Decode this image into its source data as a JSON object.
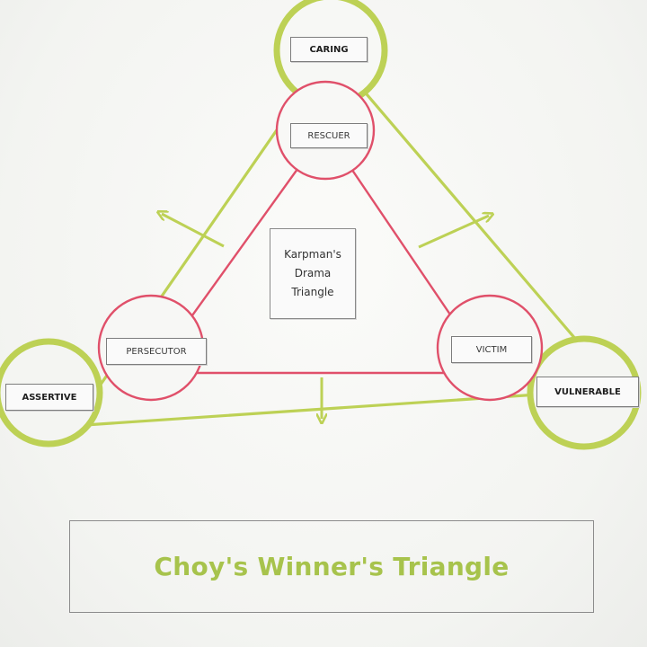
{
  "colors": {
    "winners_triangle": "#bdd155",
    "drama_triangle": "#e0506a",
    "title": "#a7c34c",
    "label_border": "#7d7d7d"
  },
  "labels": {
    "caring": "CARING",
    "assertive": "ASSERTIVE",
    "vulnerable": "VULNERABLE",
    "rescuer": "RESCUER",
    "persecutor": "PERSECUTOR",
    "victim": "VICTIM"
  },
  "center": {
    "line1": "Karpman's",
    "line2": "Drama",
    "line3": "Triangle"
  },
  "title": "Choy's Winner's Triangle"
}
